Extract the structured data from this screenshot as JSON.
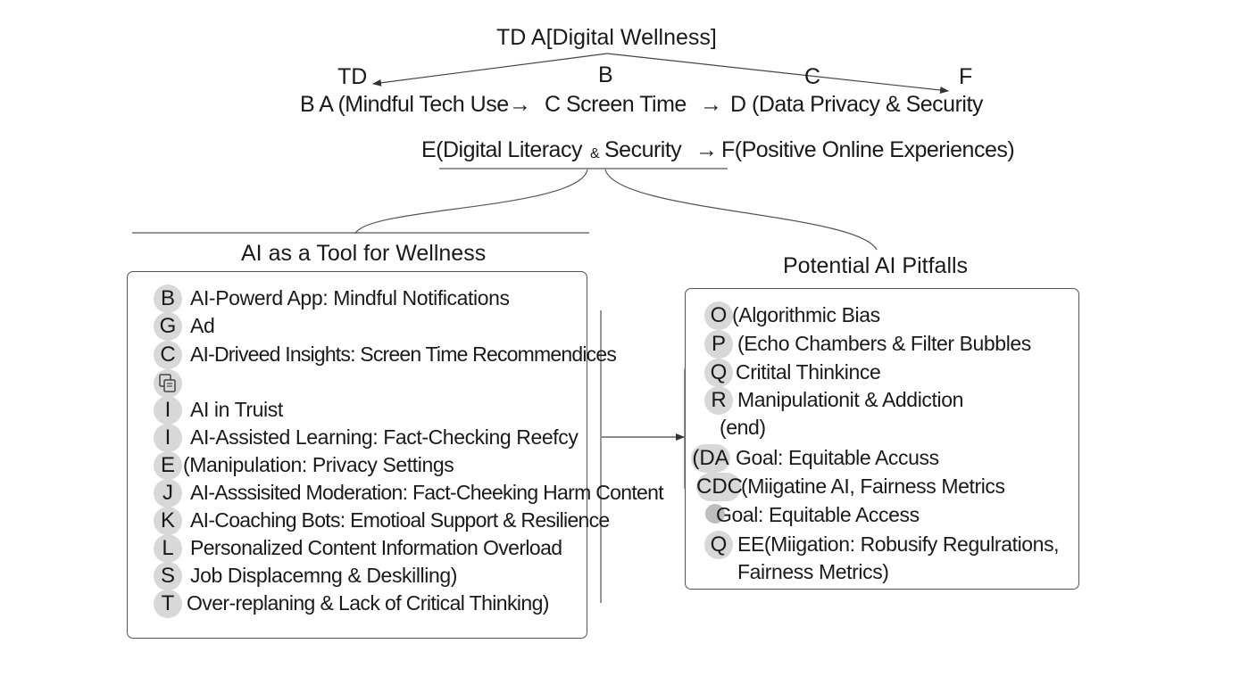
{
  "root": {
    "title": "TD A[Digital Wellness]",
    "node_td": "TD",
    "node_b": "B",
    "node_c": "C",
    "node_f": "F"
  },
  "flow": {
    "row1": {
      "part1": "B A (Mindful Tech Use",
      "arrow1": "→",
      "part2": "C Screen Time",
      "arrow2": "→",
      "part3": "D (Data Privacy & Security"
    },
    "row2": {
      "part1_a": "E(Digital Literacy",
      "part1_amp": "&",
      "part1_b": "Security",
      "arrow": "→",
      "part2": "F(Positive Online Experiences)"
    }
  },
  "left": {
    "heading": "AI as a Tool for Wellness",
    "rows": [
      {
        "badge": "B",
        "text": "AI-Powerd App: Mindful Notifications"
      },
      {
        "badge": "G",
        "text": "Ad"
      },
      {
        "badge": "C",
        "text": "AI-Driveed Insights: Screen Time Recommendices"
      },
      {
        "badge": "",
        "text": ""
      },
      {
        "badge": "I",
        "text": "AI in Truist"
      },
      {
        "badge": "I",
        "text": "AI-Assisted Learning: Fact-Checking Reefcy"
      },
      {
        "badge": "E",
        "text": "(Manipulation: Privacy Settings"
      },
      {
        "badge": "J",
        "text": "AI-Asssisited Moderation: Fact-Cheeking Harm Content"
      },
      {
        "badge": "K",
        "text": "AI-Coaching Bots: Emotioal Support & Resilience"
      },
      {
        "badge": "L",
        "text": "Personalized Content Information Overload"
      },
      {
        "badge": "S",
        "text": "Job Displacemng & Deskilling)"
      },
      {
        "badge": "T",
        "text": "Over-replaning & Lack of Critical Thinking)"
      }
    ]
  },
  "right": {
    "heading": "Potential AI Pitfalls",
    "rows": [
      {
        "badge": "O",
        "text": "(Algorithmic Bias"
      },
      {
        "badge": "P",
        "text": "(Echo Chambers & Filter Bubbles"
      },
      {
        "badge": "Q",
        "text": "Critital Thinkince"
      },
      {
        "badge": "R",
        "text": "Manipulationit & Addiction"
      },
      {
        "badge": "",
        "text": "(end)"
      },
      {
        "badge": "(DA",
        "text": "Goal: Equitable Accuss"
      },
      {
        "badge": "CDC",
        "text": "(Miigatine AI, Fairness Metrics"
      },
      {
        "badge": "",
        "text": "Goal: Equitable Access"
      },
      {
        "badge": "Q",
        "text": "EE(Miigation: Robusify Regulrations,"
      },
      {
        "badge": "",
        "text": "Fairness Metrics)"
      }
    ]
  },
  "icons": {
    "copy_icon": "copy-icon"
  },
  "colors": {
    "badge_fill": "#d8d8d8",
    "line": "#555555",
    "text": "#1a1a1a"
  }
}
